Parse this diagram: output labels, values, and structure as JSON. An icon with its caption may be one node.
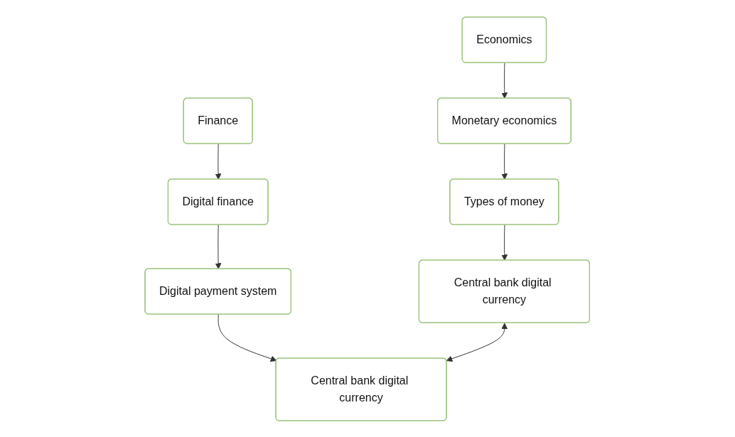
{
  "diagram": {
    "nodes": [
      {
        "text": [
          "Economics"
        ]
      },
      {
        "text": [
          "Monetary economics"
        ]
      },
      {
        "text": [
          "Types of money"
        ]
      },
      {
        "text": [
          "Central bank digital currency"
        ]
      },
      {
        "text": [
          "Finance"
        ]
      },
      {
        "text": [
          "Digital finance"
        ]
      },
      {
        "text": [
          "Digital payment system"
        ]
      },
      {
        "text": [
          "Central bank digital currency"
        ]
      }
    ],
    "edges": [
      {
        "from": 0,
        "to": 1,
        "arrow": "to"
      },
      {
        "from": 1,
        "to": 2,
        "arrow": "to"
      },
      {
        "from": 2,
        "to": 3,
        "arrow": "to"
      },
      {
        "from": 4,
        "to": 5,
        "arrow": "to"
      },
      {
        "from": 5,
        "to": 6,
        "arrow": "to"
      },
      {
        "from": 6,
        "to": 7,
        "arrow": "to"
      },
      {
        "from": 3,
        "to": 7,
        "arrow": "both"
      }
    ]
  }
}
